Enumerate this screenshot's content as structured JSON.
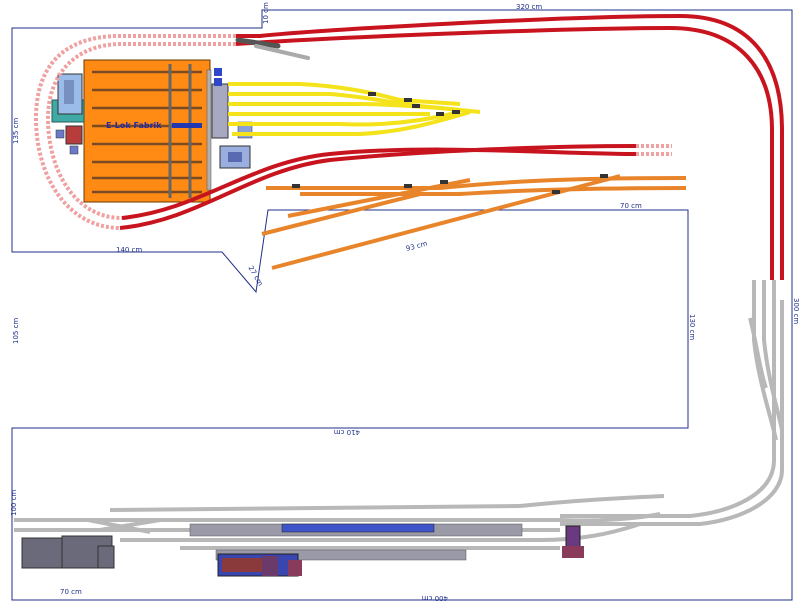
{
  "colors": {
    "background": "#ffffff",
    "outline": "#1f2f8a",
    "mainline": "#c8141e",
    "mainline_light": "#f09ea0",
    "yard_yellow": "#f4e21a",
    "yard_orange": "#e8852b",
    "grey_track": "#b8b8b8",
    "factory": "#ff8a14",
    "platform": "#9a9aa8",
    "platform_blue": "#3d55c8"
  },
  "dimensions": {
    "top_length": "320 cm",
    "top_right_corner": "10 cm",
    "left_upper": "135 cm",
    "factory_bottom": "140 cm",
    "shelf_70": "70 cm",
    "diagonal_93": "93 cm",
    "diagonal_27": "27 cm",
    "inner_410": "410 cm",
    "left_lower": "105 cm",
    "inner_right": "130 cm",
    "right_300": "300 cm",
    "left_bottom": "100 cm",
    "bottom_70": "70 cm",
    "bottom_400": "400 cm"
  },
  "labels": {
    "factory": "E-Lok Fabrik"
  }
}
